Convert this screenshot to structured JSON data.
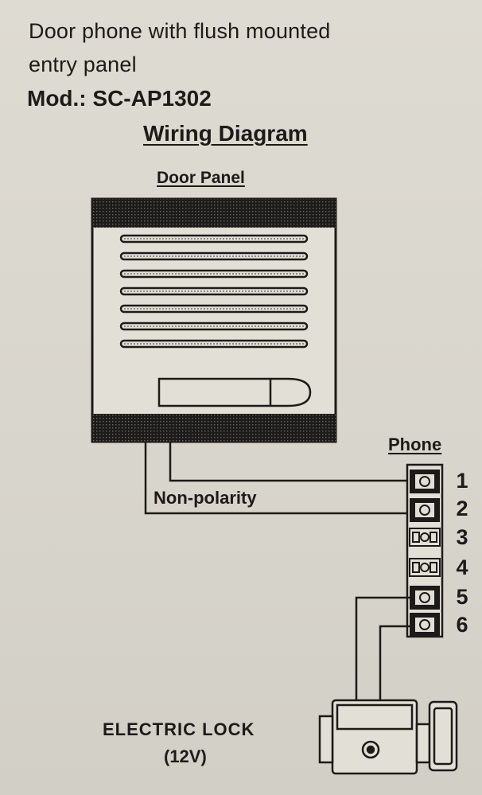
{
  "header": {
    "line1": "Door phone with flush mounted",
    "line2": "entry panel",
    "model": "Mod.: SC-AP1302"
  },
  "diagram": {
    "title": "Wiring Diagram",
    "door_panel_label": "Door Panel",
    "phone_label": "Phone",
    "non_polarity_label": "Non-polarity",
    "terminals": [
      "1",
      "2",
      "3",
      "4",
      "5",
      "6"
    ],
    "lock_label_line1": "ELECTRIC LOCK",
    "lock_label_line2": "(12V)"
  }
}
